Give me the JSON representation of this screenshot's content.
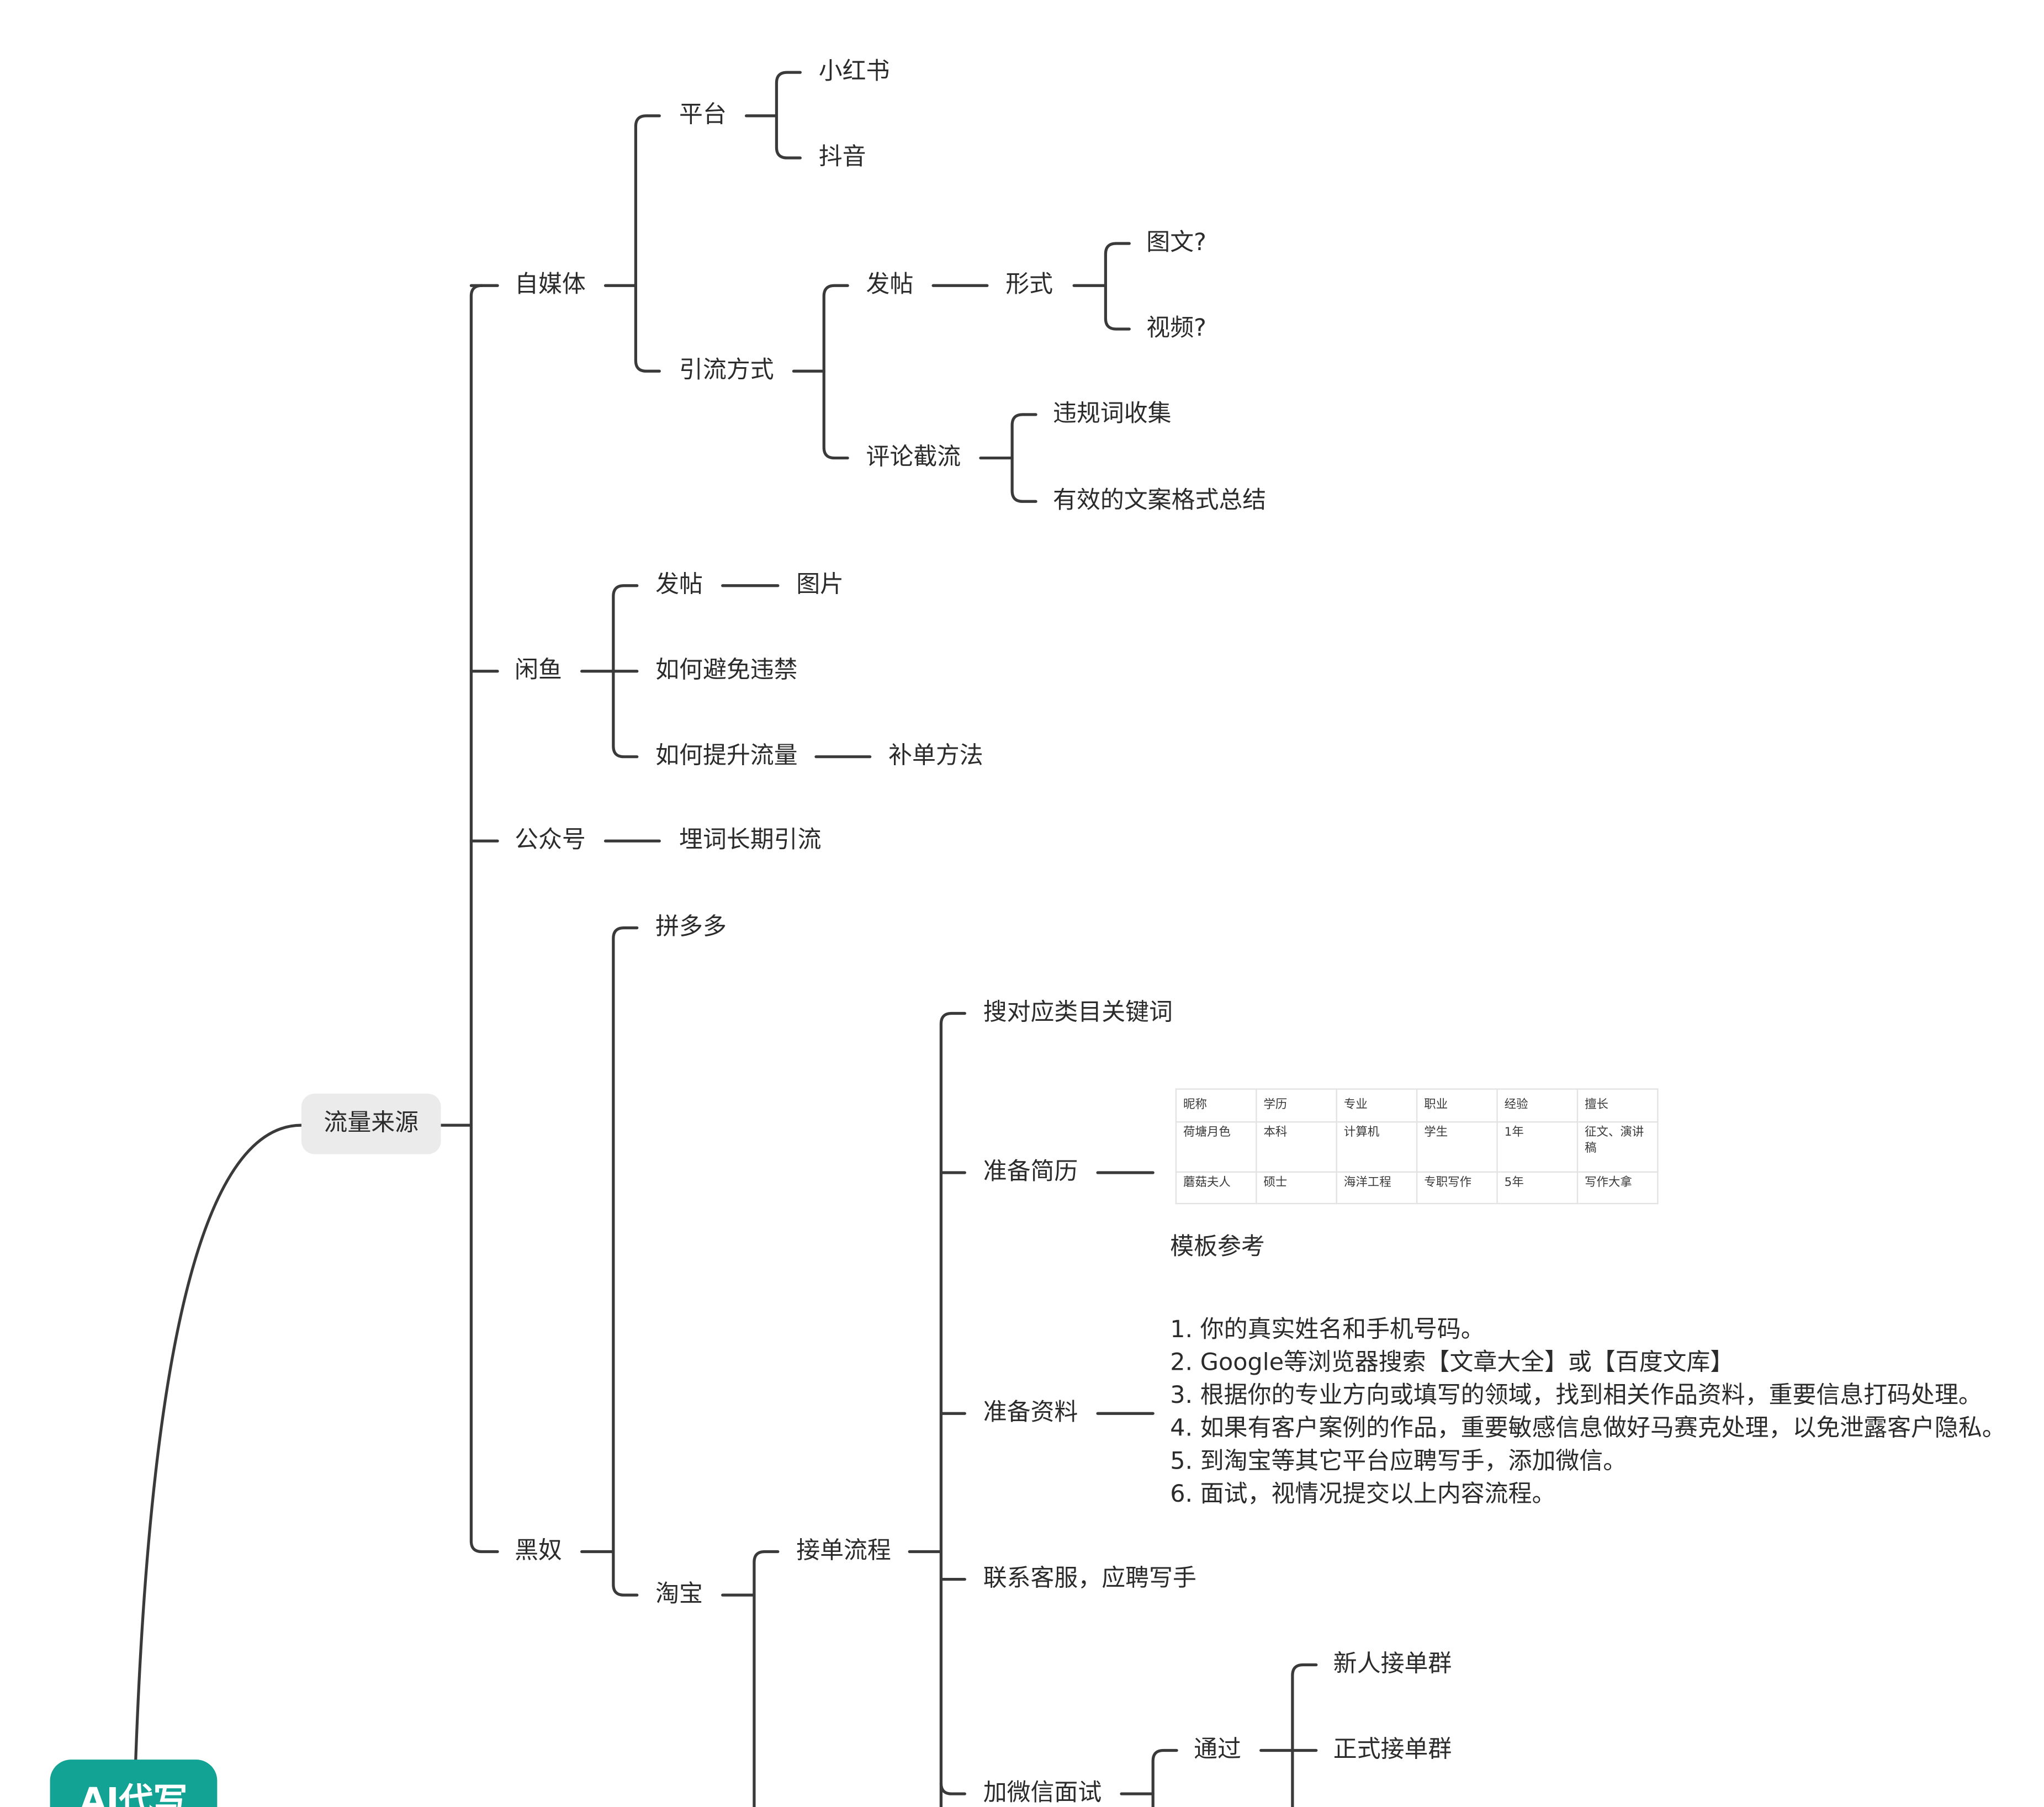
{
  "root": {
    "label": "AI代写"
  },
  "main": {
    "label": "流量来源"
  },
  "branches": {
    "zimeiti": {
      "label": "自媒体",
      "platform": {
        "label": "平台",
        "children": [
          "小红书",
          "抖音"
        ]
      },
      "yinliu": {
        "label": "引流方式",
        "fatie": {
          "label": "发帖",
          "xingshi": {
            "label": "形式",
            "children": [
              "图文?",
              "视频?"
            ]
          }
        },
        "pinglun": {
          "label": "评论截流",
          "children": [
            "违规词收集",
            "有效的文案格式总结"
          ]
        }
      }
    },
    "xianyu": {
      "label": "闲鱼",
      "fatie": {
        "label": "发帖",
        "child": "图片"
      },
      "avoid": {
        "label": "如何避免违禁"
      },
      "boost": {
        "label": "如何提升流量",
        "child": "补单方法"
      }
    },
    "gongzhonghao": {
      "label": "公众号",
      "child": "埋词长期引流"
    },
    "heinu": {
      "label": "黑奴",
      "pdd": {
        "label": "拼多多"
      },
      "taobao": {
        "label": "淘宝",
        "process": {
          "label": "接单流程",
          "search": {
            "label": "搜对应类目关键词"
          },
          "resume": {
            "label": "准备简历",
            "caption": "模板参考",
            "table": {
              "headers": [
                "昵称",
                "学历",
                "专业",
                "职业",
                "经验",
                "擅长"
              ],
              "rows": [
                [
                  "荷塘月色",
                  "本科",
                  "计算机",
                  "学生",
                  "1年",
                  "征文、演讲稿"
                ],
                [
                  "蘑菇夫人",
                  "硕士",
                  "海洋工程",
                  "专职写作",
                  "5年",
                  "写作大拿"
                ]
              ]
            }
          },
          "materials": {
            "label": "准备资料",
            "steps": [
              "1. 你的真实姓名和手机号码。",
              "2. Google等浏览器搜索【文章大全】或【百度文库】",
              "3. 根据你的专业方向或填写的领域，找到相关作品资料，重要信息打码处理。",
              "4. 如果有客户案例的作品，重要敏感信息做好马赛克处理，以免泄露客户隐私。",
              "5. 到淘宝等其它平台应聘写手，添加微信。",
              "6. 面试，视情况提交以上内容流程。"
            ]
          },
          "contact": {
            "label": "联系客服，应聘写手"
          },
          "wechat": {
            "label": "加微信面试",
            "pass": {
              "label": "通过",
              "children": [
                "新人接单群",
                "正式接单群"
              ]
            }
          }
        }
      }
    }
  },
  "colors": {
    "line": "#3a3a3a",
    "pill": "#ebebeb",
    "root": "#12a394",
    "text": "#2b2b2b"
  }
}
